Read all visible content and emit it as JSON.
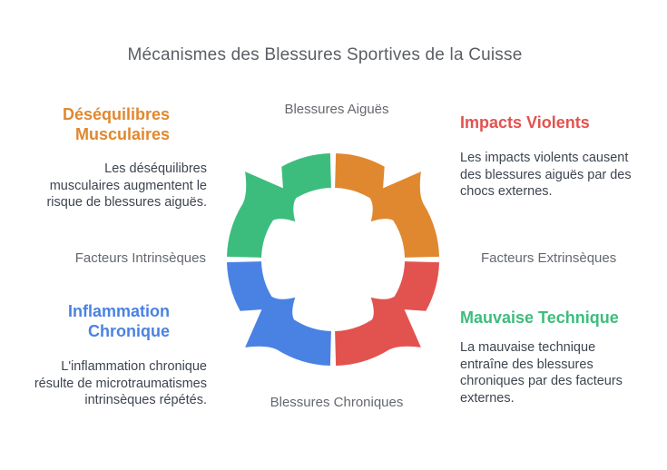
{
  "title": "Mécanismes des Blessures Sportives de la Cuisse",
  "colors": {
    "green": "#3dbd7d",
    "orange": "#e0882f",
    "blue": "#4a82e4",
    "red": "#e25350",
    "title_gray": "#5a5e64",
    "label_gray": "#64686e",
    "body_gray": "#3e4550"
  },
  "cycle": {
    "top_label": "Blessures Aiguës",
    "bottom_label": "Blessures Chroniques",
    "left_label": "Facteurs Intrinsèques",
    "right_label": "Facteurs Extrinsèques",
    "segments": [
      {
        "position": "top-left",
        "color_name": "green"
      },
      {
        "position": "top-right",
        "color_name": "orange"
      },
      {
        "position": "bottom-left",
        "color_name": "blue"
      },
      {
        "position": "bottom-right",
        "color_name": "red"
      }
    ]
  },
  "sections": {
    "top_left": {
      "heading": "Déséquilibres\nMusculaires",
      "body": "Les déséquilibres\nmusculaires augmentent le\nrisque de blessures aiguës."
    },
    "top_right": {
      "heading": "Impacts Violents",
      "body": "Les impacts violents causent\ndes blessures aiguës par des\nchocs externes."
    },
    "bottom_left": {
      "heading": "Inflammation\nChronique",
      "body": "L'inflammation chronique\nrésulte de microtraumatismes\nintrinsèques répétés."
    },
    "bottom_right": {
      "heading": "Mauvaise Technique",
      "body": "La mauvaise technique\nentraîne des blessures\nchroniques par des facteurs\nexternes."
    }
  }
}
